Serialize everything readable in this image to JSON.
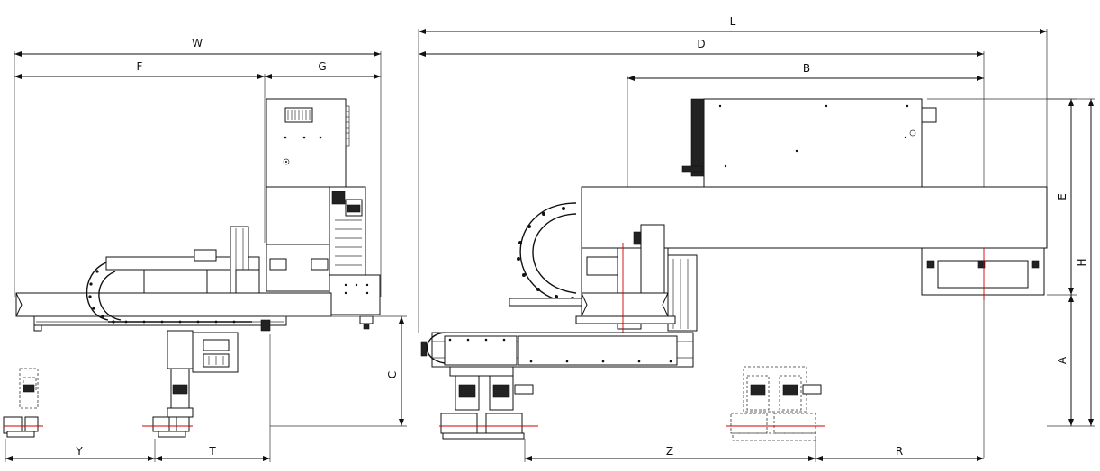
{
  "dimensions": {
    "W": "W",
    "F": "F",
    "G": "G",
    "C": "C",
    "Y": "Y",
    "T": "T",
    "L": "L",
    "D": "D",
    "B": "B",
    "E": "E",
    "H": "H",
    "A": "A",
    "Z": "Z",
    "R": "R"
  }
}
